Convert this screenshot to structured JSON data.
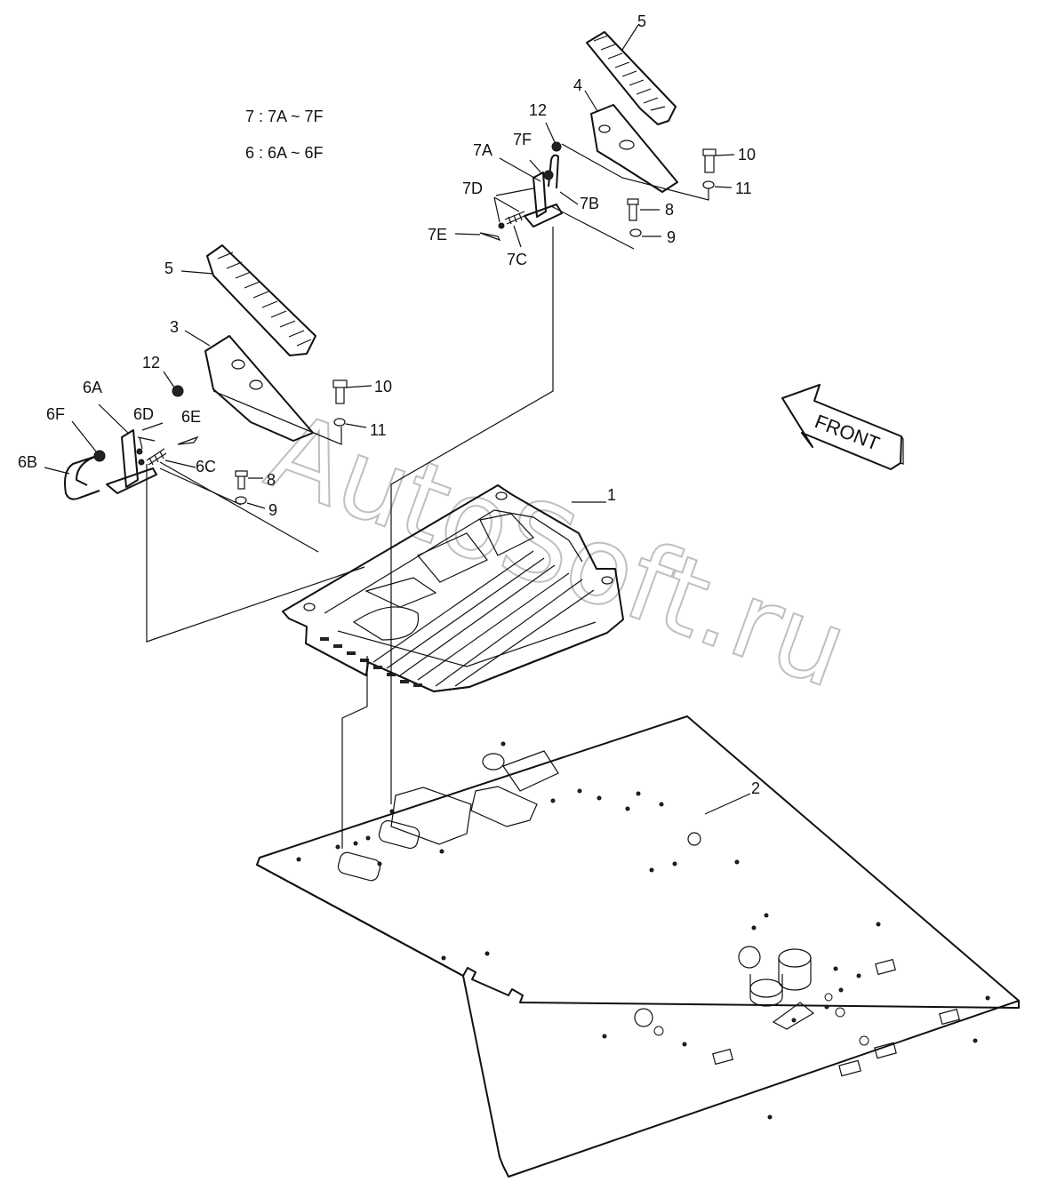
{
  "notes": [
    "7 : 7A ~ 7F",
    "6 : 6A ~ 6F"
  ],
  "direction_label": "FRONT",
  "watermark": "AutoSoft.ru",
  "labels": {
    "p1": "1",
    "p2": "2",
    "p3": "3",
    "p4": "4",
    "p5_top": "5",
    "p5_left": "5",
    "p6A": "6A",
    "p6B": "6B",
    "p6C": "6C",
    "p6D": "6D",
    "p6E": "6E",
    "p6F": "6F",
    "p7A": "7A",
    "p7B": "7B",
    "p7C": "7C",
    "p7D": "7D",
    "p7E": "7E",
    "p7F": "7F",
    "p8_right": "8",
    "p8_left": "8",
    "p9_right": "9",
    "p9_left": "9",
    "p10_right": "10",
    "p10_left": "10",
    "p11_right": "11",
    "p11_left": "11",
    "p12_right": "12",
    "p12_left": "12"
  }
}
